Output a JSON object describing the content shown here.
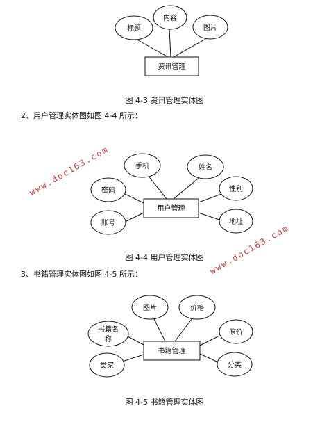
{
  "diagrams": [
    {
      "entity": "资讯管理",
      "attributes": [
        "标题",
        "内容",
        "图片"
      ],
      "caption": "图 4-3 资讯管理实体图"
    },
    {
      "intro": "2、用户管理实体图如图 4-4 所示：",
      "entity": "用户管理",
      "attributes": [
        "手机",
        "姓名",
        "密码",
        "性别",
        "账号",
        "地址"
      ],
      "caption": "图 4-4 用户管理实体图"
    },
    {
      "intro": "3、书籍管理实体图如图 4-5 所示：",
      "entity": "书籍管理",
      "attributes": [
        "图片",
        "价格",
        "书籍名",
        "称",
        "原价",
        "类家",
        "分类"
      ],
      "caption": "图 4-5 书籍管理实体图"
    }
  ],
  "watermarks": [
    "www.doc163.com",
    "www.doc163.com"
  ]
}
